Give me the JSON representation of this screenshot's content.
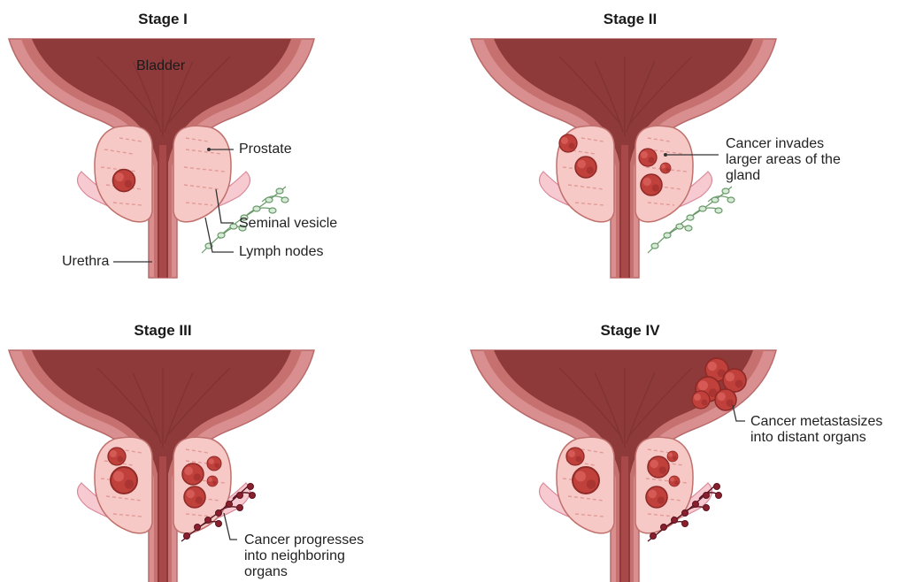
{
  "panels": [
    {
      "title": "Stage I"
    },
    {
      "title": "Stage II"
    },
    {
      "title": "Stage III"
    },
    {
      "title": "Stage IV"
    }
  ],
  "labels": {
    "bladder": "Bladder",
    "prostate": "Prostate",
    "seminal_vesicle": "Seminal vesicle",
    "lymph_nodes": "Lymph nodes",
    "urethra": "Urethra",
    "stage2_note": [
      "Cancer invades",
      "larger areas of the",
      "gland"
    ],
    "stage3_note": [
      "Cancer progresses",
      "into neighboring",
      "organs"
    ],
    "stage4_note": [
      "Cancer metastasizes",
      "into distant organs"
    ]
  },
  "colors": {
    "bladder_fill": "#8e3a3a",
    "bladder_wall": "#d98f8f",
    "prostate_fill": "#f6c9c6",
    "tumor": "#c0403c",
    "lymph_healthy": "#9cc39c",
    "lymph_cancer": "#8a1f2e"
  }
}
